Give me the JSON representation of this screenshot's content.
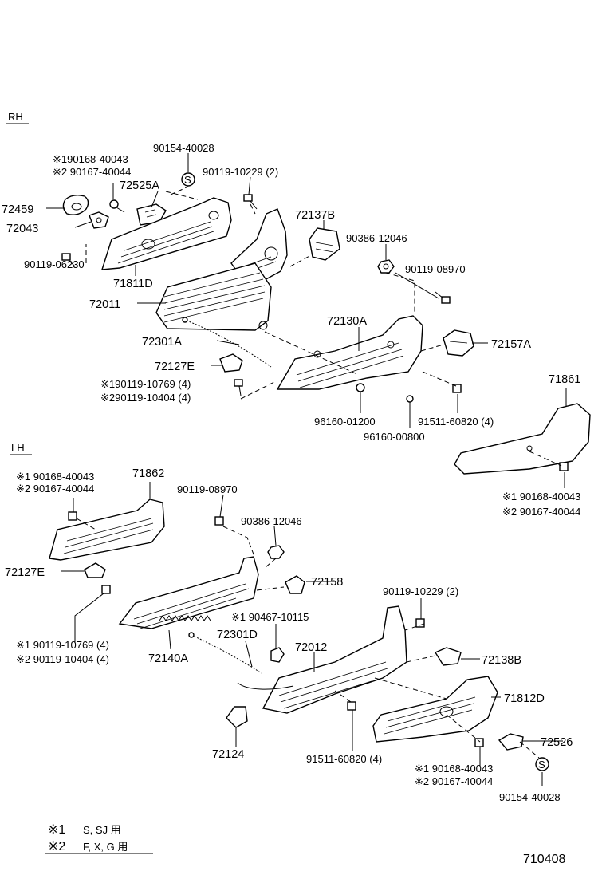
{
  "sections": {
    "rh": "RH",
    "lh": "LH"
  },
  "labels": {
    "rh_72459": "72459",
    "rh_72043": "72043",
    "rh_n1_90168_40043": "※190168-40043",
    "rh_n2_90167_40044": "※2 90167-40044",
    "rh_90154_40028": "90154-40028",
    "rh_72525A": "72525A",
    "rh_90119_10229": "90119-10229 (2)",
    "rh_90119_06230": "90119-06230",
    "rh_71811D": "71811D",
    "rh_72011": "72011",
    "rh_72137B": "72137B",
    "rh_90386_12046": "90386-12046",
    "rh_90119_08970": "90119-08970",
    "rh_72130A": "72130A",
    "rh_72157A": "72157A",
    "rh_72301A": "72301A",
    "rh_72127E": "72127E",
    "rh_n1_90119_10769": "※190119-10769 (4)",
    "rh_n2_90119_10404": "※290119-10404 (4)",
    "rh_96160_01200": "96160-01200",
    "rh_91511_60820": "91511-60820 (4)",
    "rh_96160_00800": "96160-00800",
    "rh_71861": "71861",
    "rh_n1_90168_40043_b": "※1  90168-40043",
    "rh_n2_90167_40044_b": "※2  90167-40044",
    "lh_n1_90168_40043": "※1  90168-40043",
    "lh_n2_90167_40044": "※2  90167-40044",
    "lh_71862": "71862",
    "lh_90119_08970": "90119-08970",
    "lh_90386_12046": "90386-12046",
    "lh_72127E": "72127E",
    "lh_72158": "72158",
    "lh_90119_10229": "90119-10229 (2)",
    "lh_n1_90467_10115": "※1  90467-10115",
    "lh_72301D": "72301D",
    "lh_72012": "72012",
    "lh_n1_90119_10769": "※1  90119-10769 (4)",
    "lh_n2_90119_10404": "※2  90119-10404 (4)",
    "lh_72140A": "72140A",
    "lh_72138B": "72138B",
    "lh_71812D": "71812D",
    "lh_72526": "72526",
    "lh_72124": "72124",
    "lh_91511_60820": "91511-60820 (4)",
    "lh_n1_90168_40043_b": "※1  90168-40043",
    "lh_n2_90167_40044_b": "※2  90167-40044",
    "lh_90154_40028": "90154-40028"
  },
  "legend": {
    "n1_mark": "※1",
    "n1_text": "S, SJ 用",
    "n2_mark": "※2",
    "n2_text": "F, X, G 用"
  },
  "drawing_number": "710408",
  "marks": {
    "s_symbol": "S"
  }
}
